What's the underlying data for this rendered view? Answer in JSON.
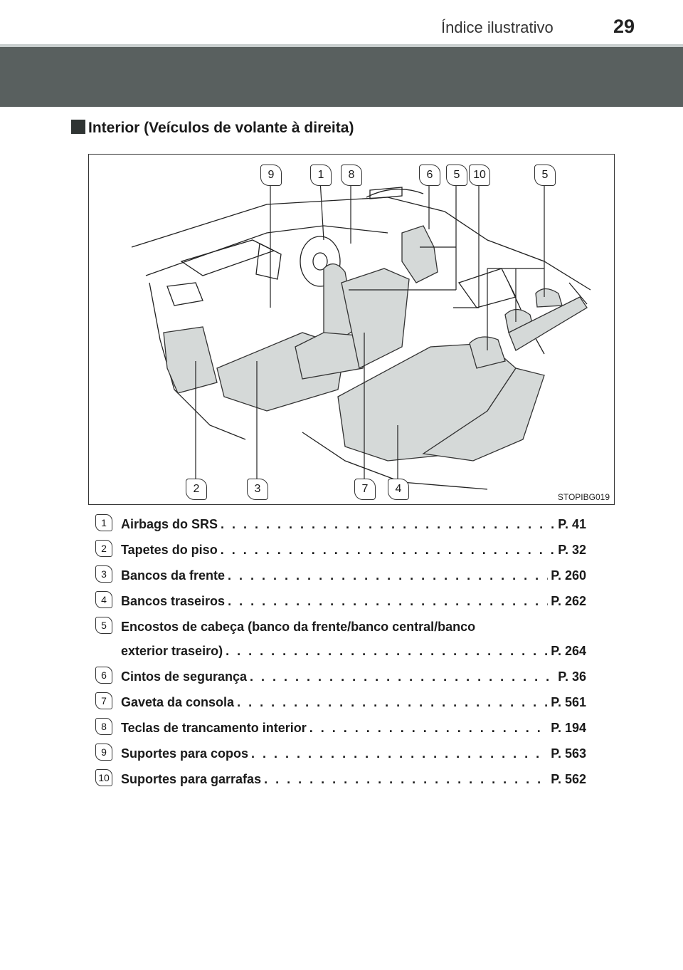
{
  "header": {
    "section": "Índice ilustrativo",
    "page": "29"
  },
  "section": {
    "heading": "Interior (Veículos de volante à direita)"
  },
  "figure": {
    "code": "STOPIBG019",
    "top_callouts": [
      "9",
      "1",
      "8",
      "6",
      "5",
      "10",
      "5"
    ],
    "bottom_callouts": [
      "2",
      "3",
      "7",
      "4"
    ]
  },
  "items": [
    {
      "num": "1",
      "label": "Airbags do SRS",
      "ref": "P. 41"
    },
    {
      "num": "2",
      "label": "Tapetes do piso",
      "ref": "P. 32"
    },
    {
      "num": "3",
      "label": "Bancos da frente",
      "ref": "P. 260"
    },
    {
      "num": "4",
      "label": "Bancos traseiros",
      "ref": "P. 262"
    },
    {
      "num": "5",
      "label_line1": "Encostos de cabeça (banco da frente/banco central/banco",
      "label": "exterior  traseiro)",
      "ref": "P. 264"
    },
    {
      "num": "6",
      "label": "Cintos de segurança",
      "ref": "P. 36"
    },
    {
      "num": "7",
      "label": "Gaveta da consola",
      "ref": "P. 561"
    },
    {
      "num": "8",
      "label": "Teclas de trancamento interior",
      "ref": "P. 194"
    },
    {
      "num": "9",
      "label": "Suportes para copos",
      "ref": "P. 563"
    },
    {
      "num": "10",
      "label": "Suportes para garrafas",
      "ref": "P. 562"
    }
  ]
}
